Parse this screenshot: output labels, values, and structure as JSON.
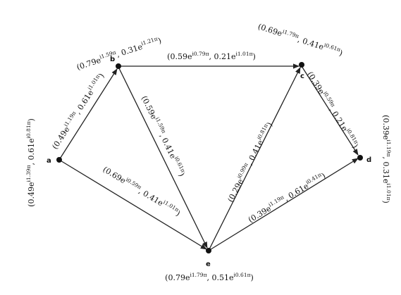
{
  "diagram": {
    "nodes": [
      {
        "id": "a",
        "label": "a",
        "value": "(0.49e^{i1.39π}, 0.61e^{i0.81π})"
      },
      {
        "id": "b",
        "label": "b",
        "value": "(0.79e^{i1.59π}, 0.31e^{i1.21π})"
      },
      {
        "id": "c",
        "label": "c",
        "value": "(0.69e^{i1.79π}, 0.41e^{i0.61π})"
      },
      {
        "id": "d",
        "label": "d",
        "value": "(0.39e^{i1.19π}, 0.31e^{i1.01π})"
      },
      {
        "id": "e",
        "label": "e",
        "value": "(0.79e^{i1.79π}, 0.51e^{i0.61π})"
      }
    ],
    "edges": [
      {
        "from": "a",
        "to": "b",
        "value": "(0.49e^{i1.19π}, 0.61e^{i1.01π})"
      },
      {
        "from": "b",
        "to": "c",
        "value": "(0.59e^{i0.79π}, 0.21e^{i1.01π})"
      },
      {
        "from": "b",
        "to": "e",
        "value": "(0.59e^{i1.59π}, 0.41e^{i0.61π})"
      },
      {
        "from": "a",
        "to": "e",
        "value": "(0.69e^{i0.59π}, 0.41e^{i1.01π})"
      },
      {
        "from": "e",
        "to": "c",
        "value": "(0.29e^{i0.99π}, 0.41e^{i0.81π})"
      },
      {
        "from": "c",
        "to": "d",
        "value": "(0.39e^{i0.59π}, 0.21e^{i0.81π})"
      },
      {
        "from": "e",
        "to": "d",
        "value": "(0.39e^{i1.19π}, 0.61e^{i0.41π})"
      }
    ]
  }
}
